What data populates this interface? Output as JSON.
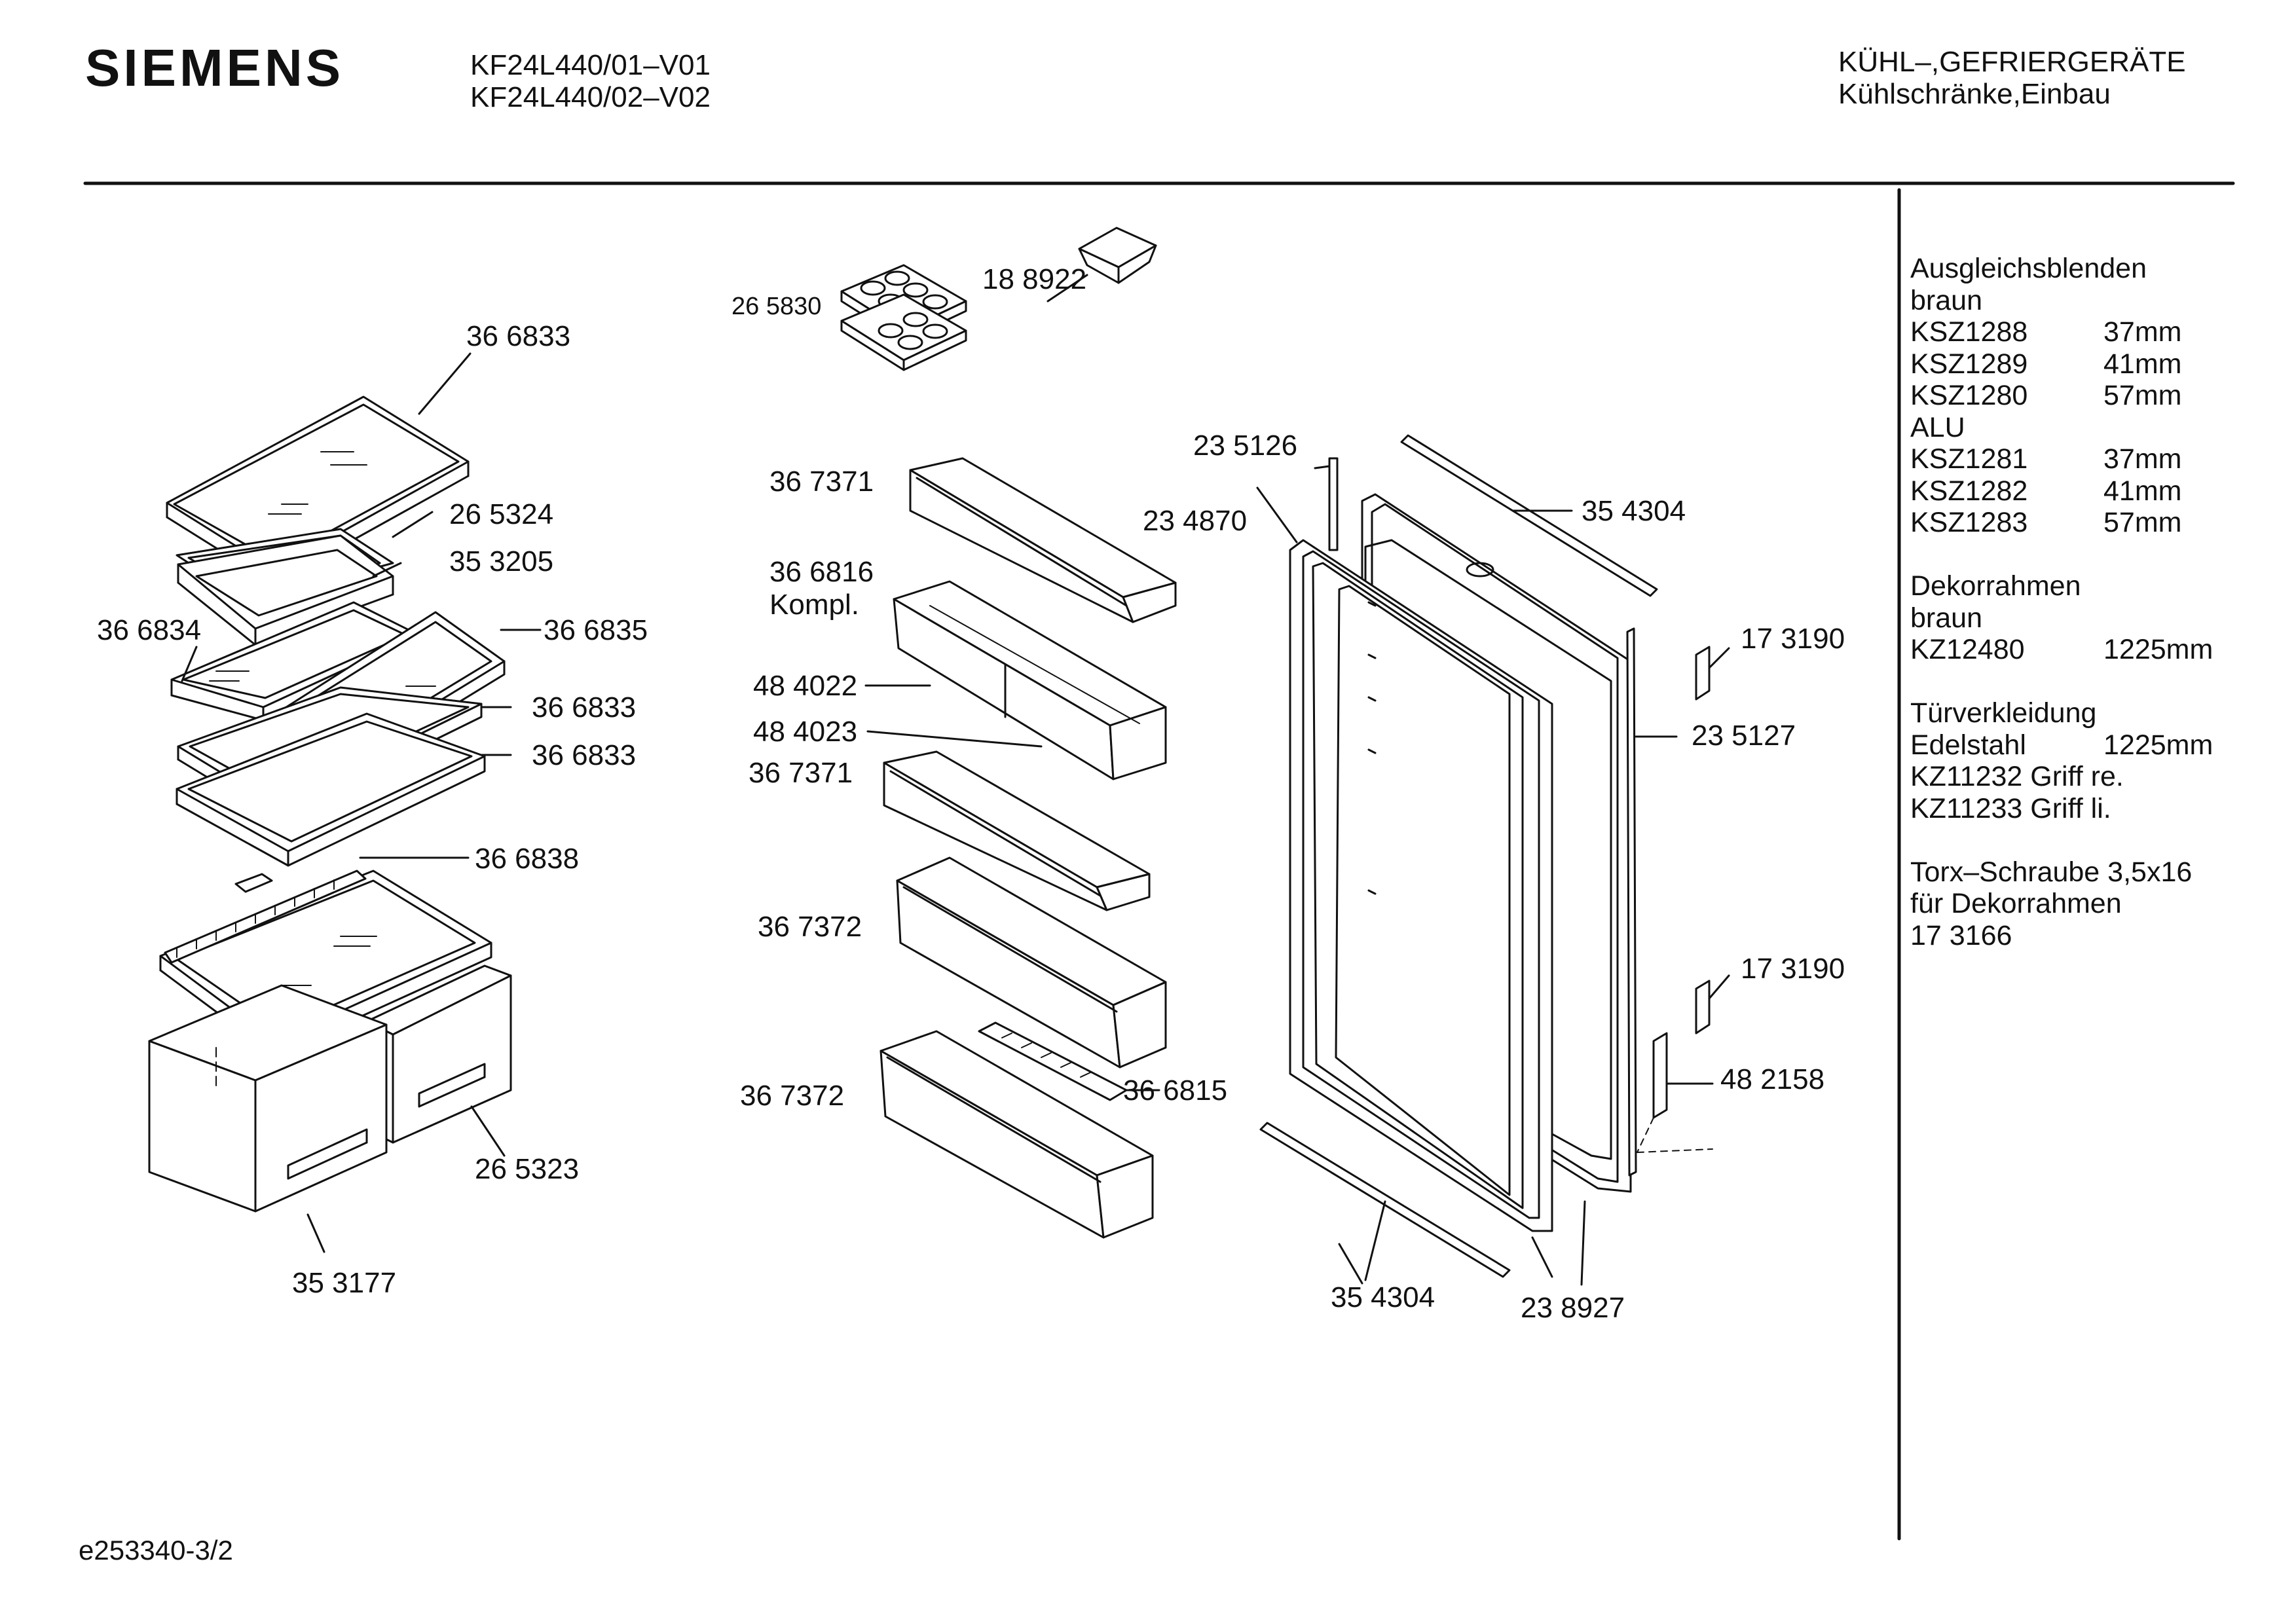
{
  "header": {
    "brand": "SIEMENS",
    "models": [
      "KF24L440/01–V01",
      "KF24L440/02–V02"
    ],
    "category": "KÜHL–,GEFRIERGERÄTE",
    "subcategory": "Kühlschränke,Einbau"
  },
  "footer": {
    "drawing_id": "e253340-3/2"
  },
  "callouts": {
    "c265830": "26 5830",
    "c188922": "18 8922",
    "c366833_top": "36 6833",
    "c265324": "26 5324",
    "c353205": "35 3205",
    "c366834": "36 6834",
    "c366835": "36 6835",
    "c366833_mid1": "36 6833",
    "c366833_mid2": "36 6833",
    "c366838": "36 6838",
    "c265323": "26 5323",
    "c353177": "35 3177",
    "c367371_a": "36 7371",
    "c366816": "36 6816",
    "c366816_note": "Kompl.",
    "c484022": "48 4022",
    "c484023": "48 4023",
    "c367371_b": "36 7371",
    "c367372_a": "36 7372",
    "c367372_b": "36 7372",
    "c366815": "36 6815",
    "c235126": "23 5126",
    "c234870": "23 4870",
    "c354304_top": "35 4304",
    "c173190_a": "17 3190",
    "c235127": "23 5127",
    "c173190_b": "17 3190",
    "c482158": "48 2158",
    "c354304_bottom": "35 4304",
    "c238927": "23 8927"
  },
  "sidebar": [
    {
      "code": "Ausgleichsblenden",
      "value": ""
    },
    {
      "code": "braun",
      "value": ""
    },
    {
      "code": "KSZ1288",
      "value": "37mm"
    },
    {
      "code": "KSZ1289",
      "value": "41mm"
    },
    {
      "code": "KSZ1280",
      "value": "57mm"
    },
    {
      "code": "ALU",
      "value": ""
    },
    {
      "code": "KSZ1281",
      "value": "37mm"
    },
    {
      "code": "KSZ1282",
      "value": "41mm"
    },
    {
      "code": "KSZ1283",
      "value": "57mm"
    },
    {
      "code": "",
      "value": ""
    },
    {
      "code": "Dekorrahmen",
      "value": ""
    },
    {
      "code": "braun",
      "value": ""
    },
    {
      "code": "KZ12480",
      "value": "1225mm"
    },
    {
      "code": "",
      "value": ""
    },
    {
      "code": "Türverkleidung",
      "value": ""
    },
    {
      "code": "Edelstahl",
      "value": "1225mm"
    },
    {
      "code": "KZ11232 Griff re.",
      "value": ""
    },
    {
      "code": "KZ11233 Griff li.",
      "value": ""
    },
    {
      "code": "",
      "value": ""
    },
    {
      "code": "Torx–Schraube 3,5x16",
      "value": ""
    },
    {
      "code": "für Dekorrahmen",
      "value": ""
    },
    {
      "code": "17 3166",
      "value": ""
    }
  ]
}
